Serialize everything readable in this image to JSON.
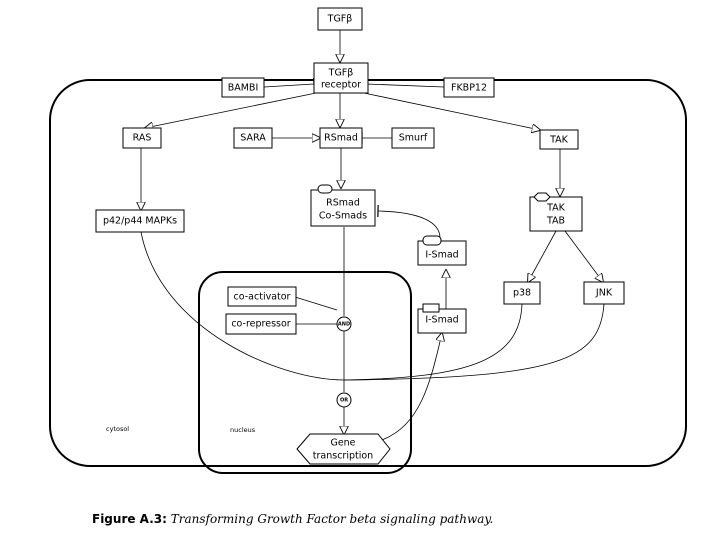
{
  "nodes": {
    "tgfb": "TGFβ",
    "receptor_line1": "TGFβ",
    "receptor_line2": "receptor",
    "bambi": "BAMBI",
    "fkbp12": "FKBP12",
    "ras": "RAS",
    "sara": "SARA",
    "rsmad": "RSmad",
    "smurf": "Smurf",
    "tak": "TAK",
    "mapks": "p42/p44 MAPKs",
    "complex_line1": "RSmad",
    "complex_line2": "Co-Smads",
    "ismad_top": "I-Smad",
    "taktab_line1": "TAK",
    "taktab_line2": "TAB",
    "p38": "p38",
    "jnk": "JNK",
    "coactivator": "co-activator",
    "corepressor": "co-repressor",
    "ismad_nuc": "I-Smad",
    "gene_line1": "Gene",
    "gene_line2": "transcription"
  },
  "gates": {
    "and": "AND",
    "or": "OR"
  },
  "compartments": {
    "cytosol": "cytosol",
    "nucleus": "nucleus"
  },
  "caption": {
    "label": "Figure A.3:",
    "text": "Transforming Growth Factor beta signaling pathway."
  }
}
